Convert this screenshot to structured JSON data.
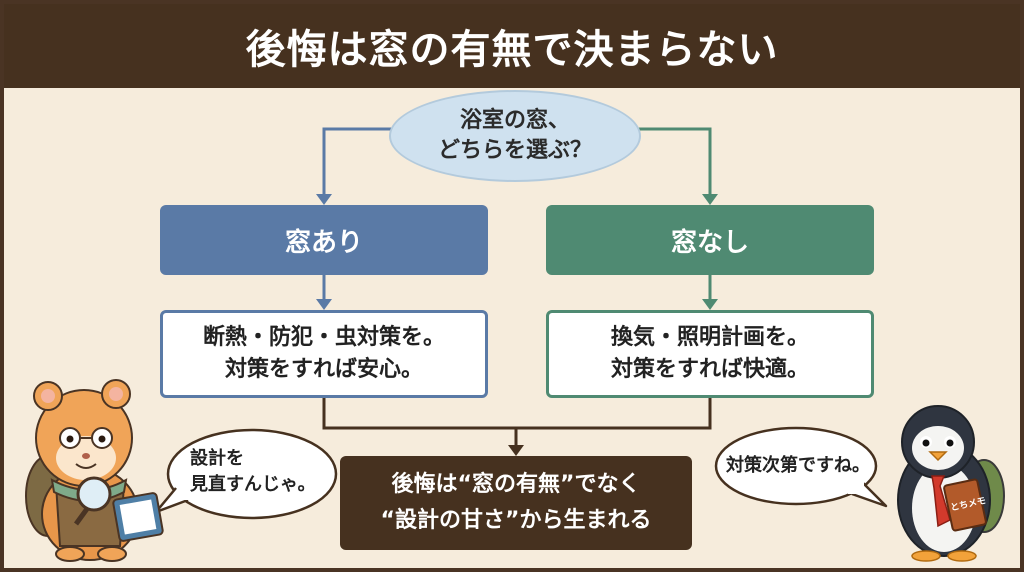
{
  "title": "後悔は窓の有無で決まらない",
  "question": {
    "line1": "浴室の窓、",
    "line2": "どちらを選ぶ？"
  },
  "left": {
    "heading": "窓あり",
    "line1": "断熱・防犯・虫対策を。",
    "line2": "対策をすれば安心。"
  },
  "right": {
    "heading": "窓なし",
    "line1": "換気・照明計画を。",
    "line2": "対策をすれば快適。"
  },
  "conclusion": {
    "line1": "後悔は“窓の有無”でなく",
    "line2": "“設計の甘さ”から生まれる"
  },
  "bubbles": {
    "hamster": {
      "line1": "設計を",
      "line2": "見直すんじゃ。"
    },
    "penguin": {
      "text": "対策次第ですね。"
    }
  },
  "book_label": "とちメモ",
  "icons": {
    "hamster": "hamster-detective-illustration",
    "penguin": "penguin-illustration",
    "magnifier": "magnifying-glass-icon"
  },
  "colors": {
    "header": "#46311f",
    "background": "#f6ecdc",
    "with_window": "#5a7aa6",
    "without_window": "#4f8a72",
    "question_bubble": "#cfe1ef"
  }
}
